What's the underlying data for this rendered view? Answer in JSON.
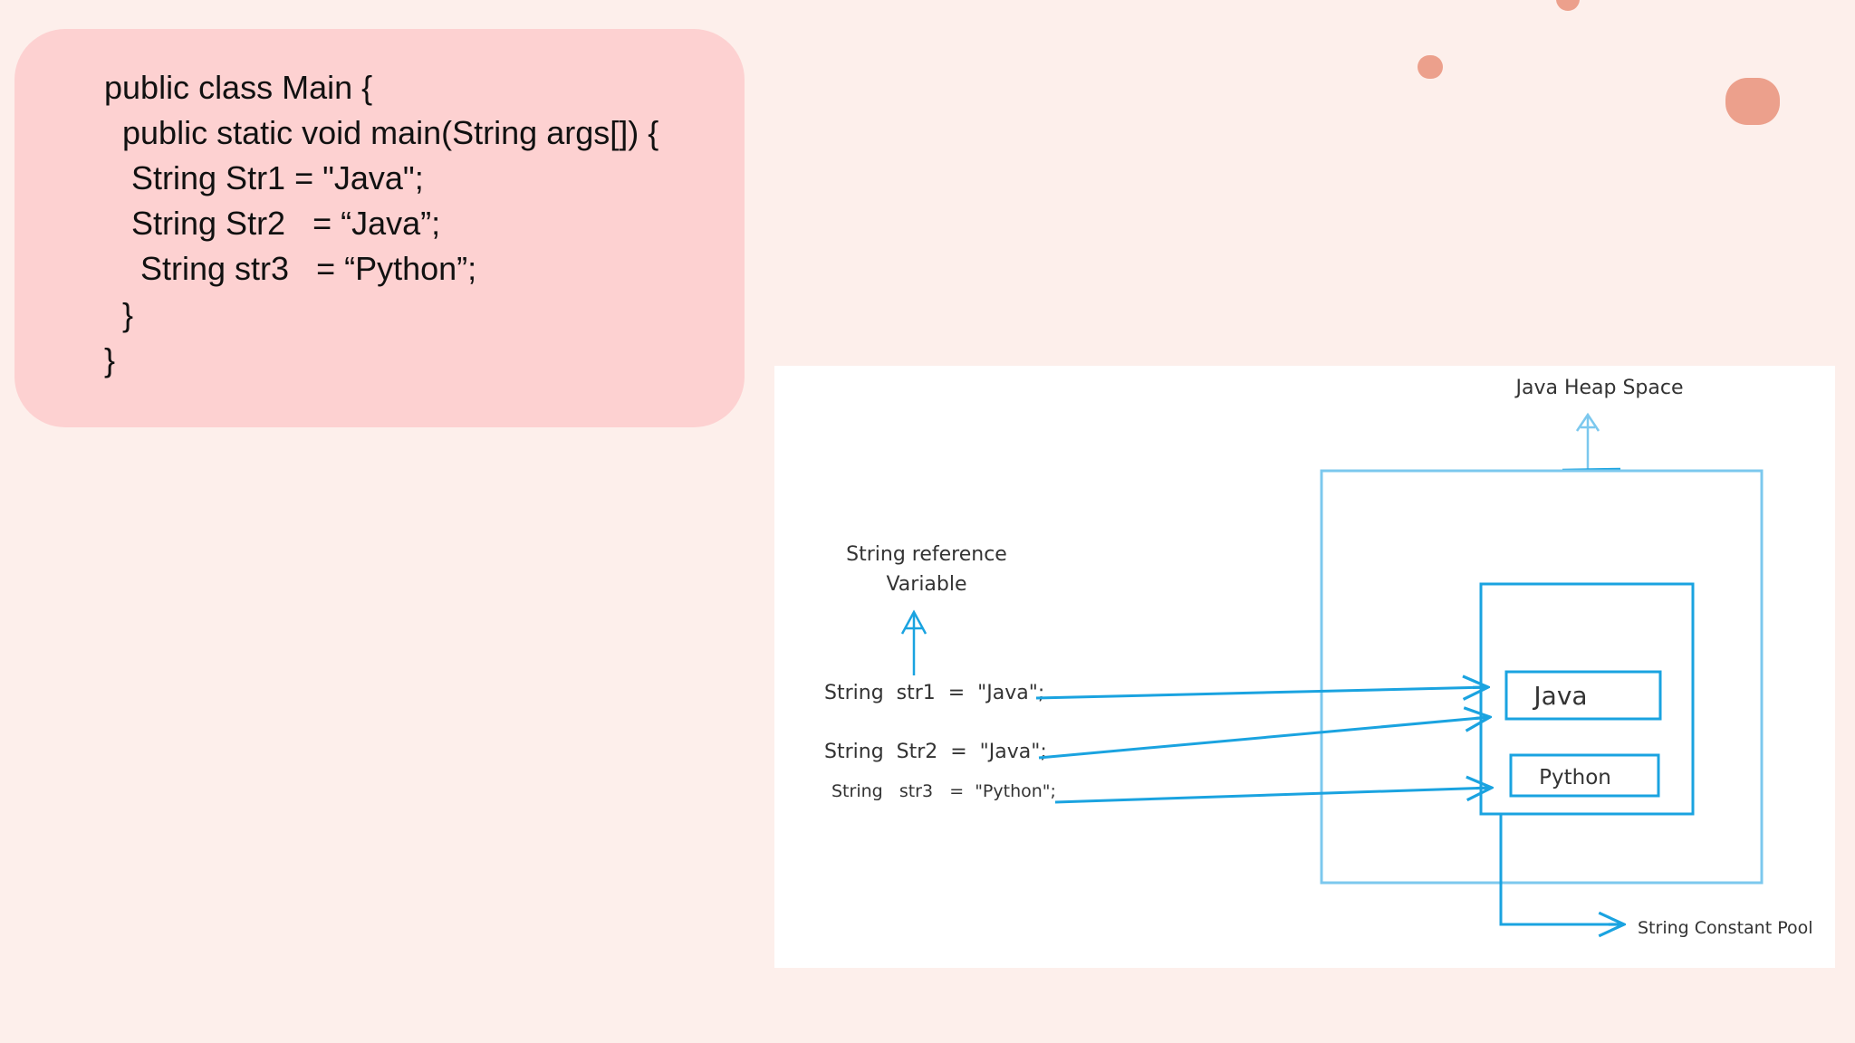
{
  "code": {
    "lines": [
      "public class Main {",
      "  public static void main(String args[]) {",
      "   String Str1 = \"Java\";",
      "   String Str2   = “Java”;",
      "    String str3   = “Python”;",
      "  }",
      "}"
    ]
  },
  "diagram": {
    "heap_label": "Java Heap Space",
    "ref_label_line1": "String reference",
    "ref_label_line2": "Variable",
    "statements": [
      "String  str1  =  \"Java\";",
      "String  Str2  =  \"Java\";",
      "String   str3   =  \"Python\";"
    ],
    "pool_values": [
      "Java",
      "Python"
    ],
    "pool_label": "String Constant Pool"
  },
  "colors": {
    "background": "#fdefeb",
    "code_card": "#fdd1d1",
    "accent_dot": "#eca08c",
    "diagram_blue": "#1aa3e0",
    "heap_box_blue": "#7cc8ee"
  }
}
